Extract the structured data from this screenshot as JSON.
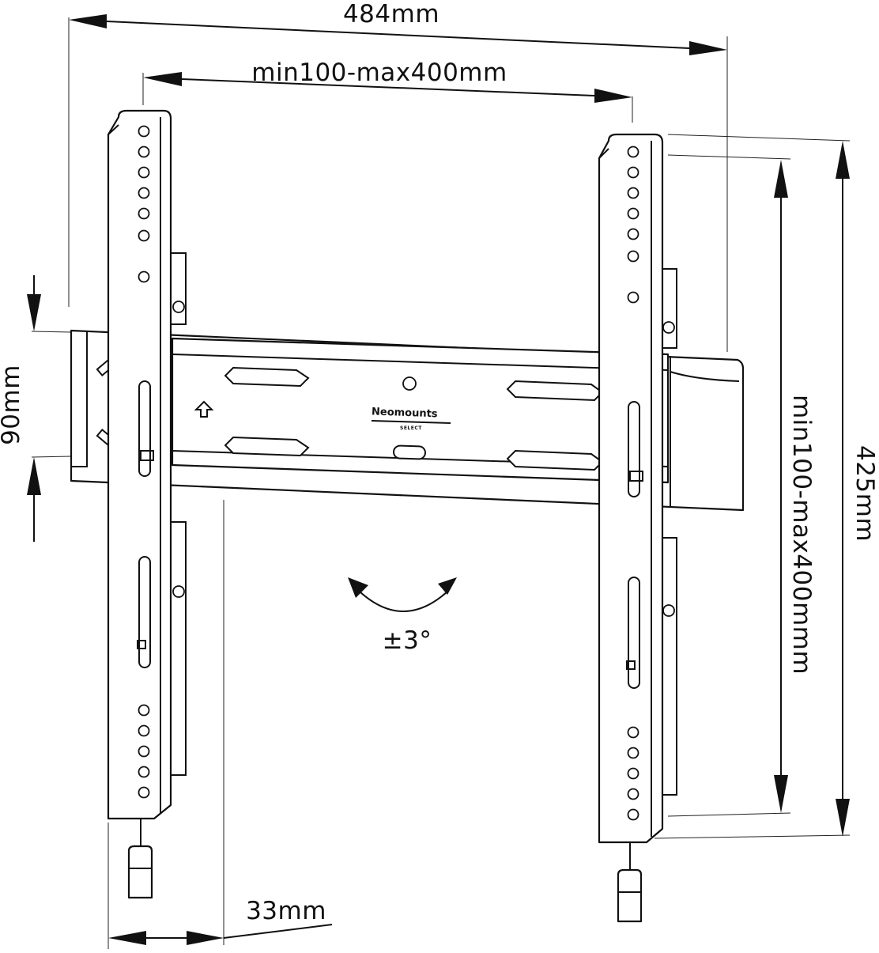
{
  "dimensions": {
    "overall_width": "484mm",
    "vesa_horizontal": "min100-max400mm",
    "rail_height": "90mm",
    "vesa_vertical": "min100-max400mmm",
    "overall_height": "425mm",
    "wall_depth": "33mm"
  },
  "tilt": {
    "label": "±3°"
  },
  "branding": {
    "name": "Neomounts",
    "line": "SELECT"
  },
  "colors": {
    "stroke": "#111111",
    "background": "#ffffff"
  }
}
